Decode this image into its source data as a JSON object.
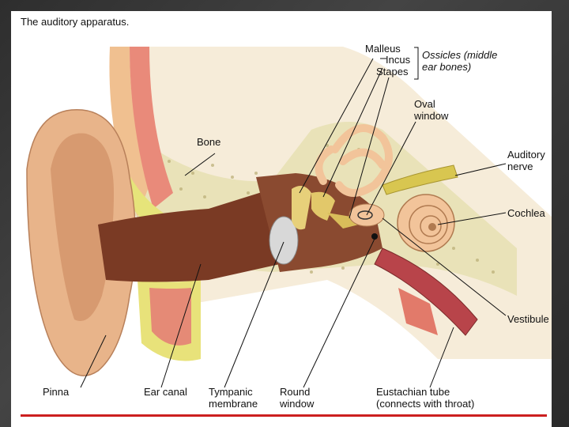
{
  "title": "The auditory apparatus.",
  "labels": {
    "malleus": "Malleus",
    "incus": "Incus",
    "stapes": "Stapes",
    "ossicles": "Ossicles (middle\near bones)",
    "oval_window": "Oval\nwindow",
    "bone": "Bone",
    "auditory_nerve": "Auditory\nnerve",
    "cochlea": "Cochlea",
    "vestibule": "Vestibule",
    "pinna": "Pinna",
    "ear_canal": "Ear canal",
    "tympanic_membrane": "Tympanic\nmembrane",
    "round_window": "Round\nwindow",
    "eustachian_tube": "Eustachian tube\n(connects with throat)"
  },
  "colors": {
    "accent_rule": "#cc1f1f",
    "skin": "#e8b48a",
    "bone": "#e9e2b8",
    "canal": "#7a3a24",
    "cochlea": "#f2c49a"
  }
}
